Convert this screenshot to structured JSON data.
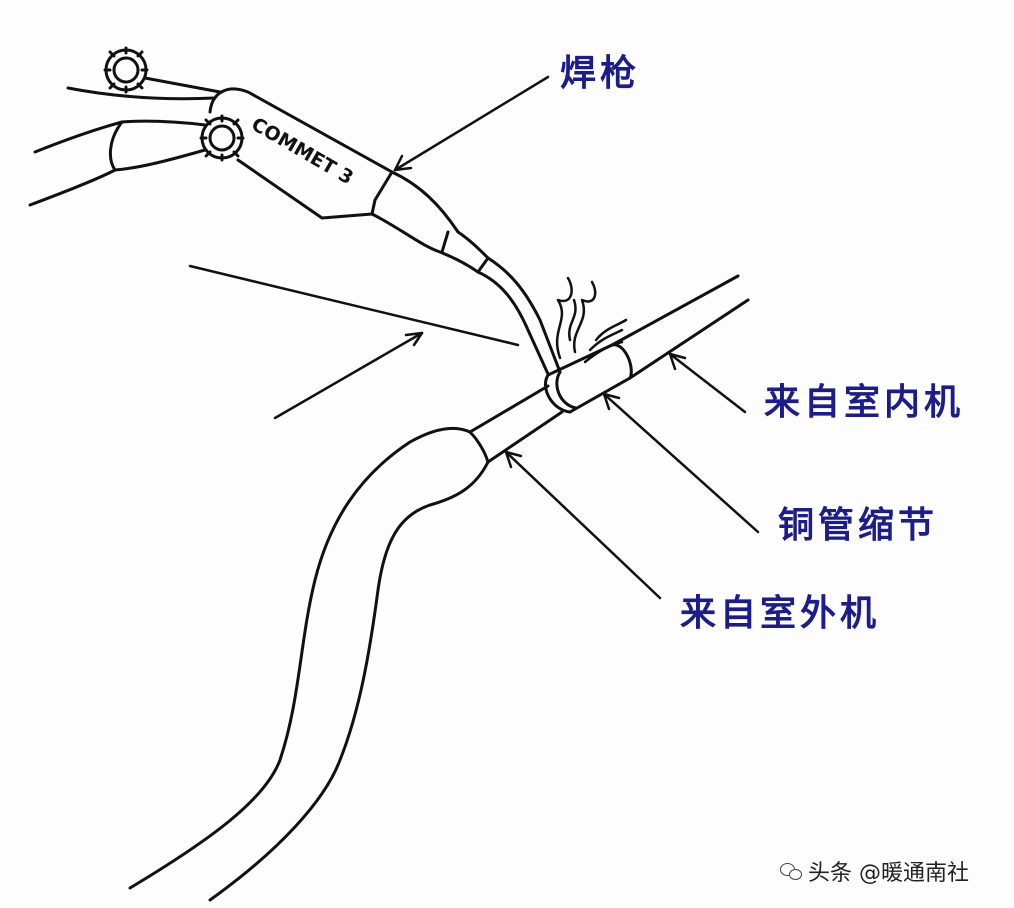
{
  "labels": {
    "torch": "焊枪",
    "from_indoor": "来自室内机",
    "copper_reducer": "铜管缩节",
    "from_outdoor": "来自室外机"
  },
  "torch_text": "COMMET 3",
  "watermark": "头条 @暖通南社",
  "colors": {
    "label_text": "#1c1c8c",
    "line": "#111111",
    "background": "#fdfdfd"
  }
}
